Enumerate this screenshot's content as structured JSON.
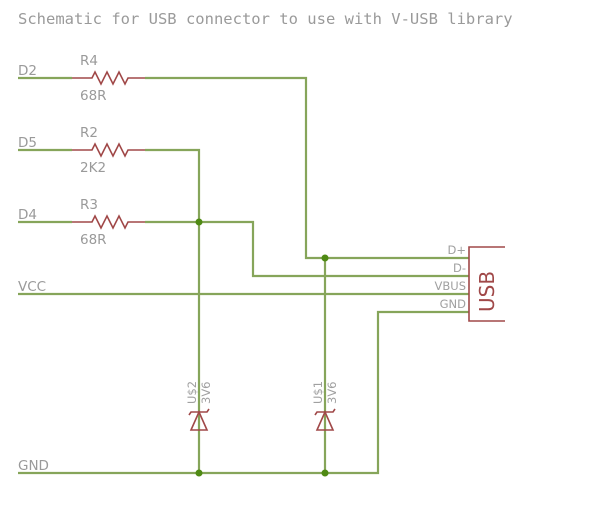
{
  "title": "Schematic for USB connector to use with V-USB library",
  "nets": {
    "d2": "D2",
    "d5": "D5",
    "d4": "D4",
    "vcc": "VCC",
    "gnd": "GND"
  },
  "resistors": [
    {
      "ref": "R4",
      "value": "68R"
    },
    {
      "ref": "R2",
      "value": "2K2"
    },
    {
      "ref": "R3",
      "value": "68R"
    }
  ],
  "diodes": [
    {
      "ref": "U$2",
      "value": "3V6"
    },
    {
      "ref": "U$1",
      "value": "3V6"
    }
  ],
  "usb_connector": {
    "label": "USB",
    "pins": [
      "D+",
      "D-",
      "VBUS",
      "GND"
    ]
  },
  "colors": {
    "wire": "#86a55a",
    "junction": "#4f8a14",
    "component": "#a04848",
    "text": "#9a9a9a"
  }
}
